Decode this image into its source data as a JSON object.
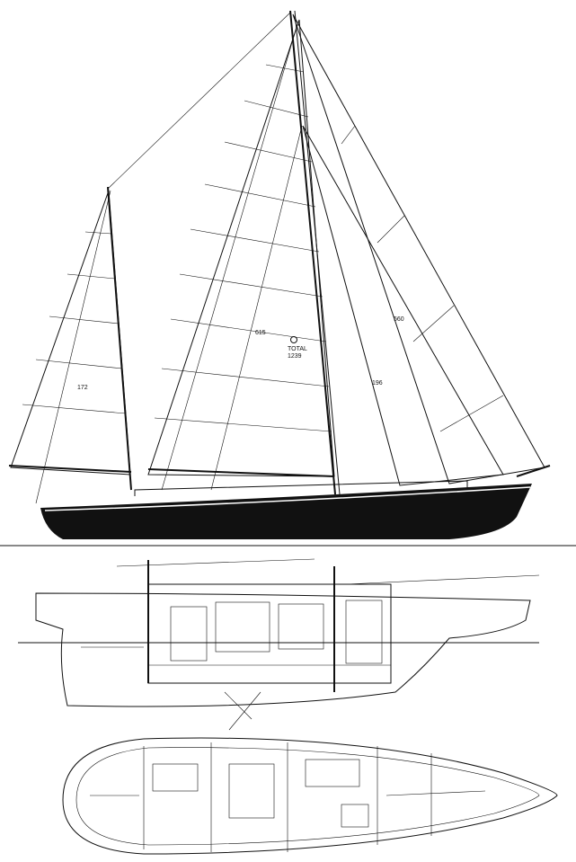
{
  "drawing": {
    "sail_plan_labels": {
      "mizzen_area": "172",
      "mizzen_staysail_area": "615",
      "total_label": "TOTAL",
      "total_area": "1239",
      "jib_area": "560",
      "staysail_area": "196"
    },
    "colors": {
      "ink": "#111111",
      "paper": "#ffffff"
    }
  }
}
